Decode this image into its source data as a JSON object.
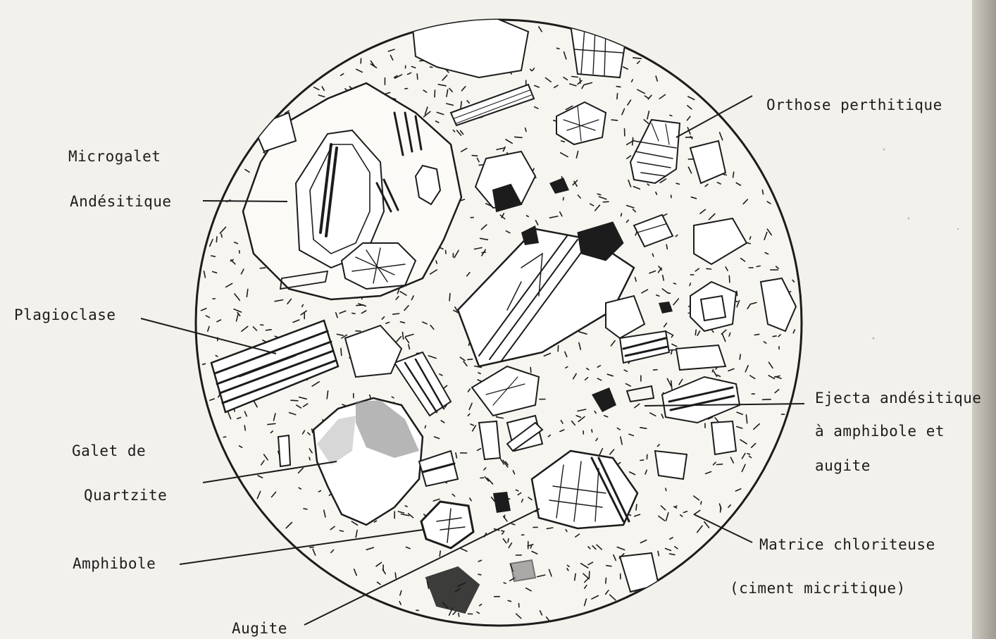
{
  "labels": {
    "microgalet": "Microgalet",
    "andesitique": "Andésitique",
    "orthose": "Orthose perthitique",
    "plagioclase": "Plagioclase",
    "ejecta_1": "Ejecta andésitique",
    "ejecta_2": "à amphibole et",
    "ejecta_3": "augite",
    "galet_1": "Galet de",
    "galet_2": "Quartzite",
    "amphibole": "Amphibole",
    "matrice_1": "Matrice chloriteuse",
    "matrice_2": "(ciment micritique)",
    "augite": "Augite"
  },
  "colors": {
    "ink": "#1c1c1c",
    "paper": "#f3f1ec",
    "grain_fill": "#ffffff",
    "dark_grain": "#262626"
  }
}
